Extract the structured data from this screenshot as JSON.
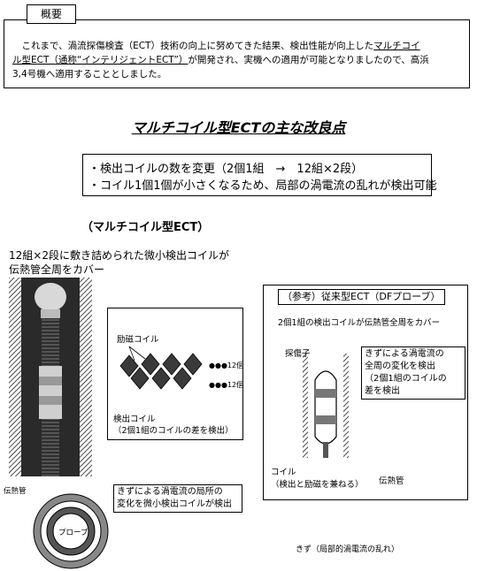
{
  "summary": {
    "tag": "概要",
    "line1_pre": "これまで、渦流探傷検査（ECT）技術の向上に努めてきた結果、検出性能が向上した",
    "line1_ul": "マルチコイ",
    "line2_ul": "ル型ECT（通称“インテリジェントECT”）",
    "line2_post": "が開発され、実機への適用が可能となりましたので、高浜",
    "line3": "3,4号機へ適用することとしました。"
  },
  "main_title": "マルチコイル型ECTの主な改良点",
  "improvements": [
    "・検出コイルの数を変更（2個1組　→　12組×2段）",
    "・コイル1個1個が小さくなるため、局部の渦電流の乱れが検出可能"
  ],
  "multi": {
    "title": "（マルチコイル型ECT）",
    "desc_line1": "12組×2段に敷き詰められた微小検出コイルが",
    "desc_line2": "伝熱管全周をカバー",
    "excitation_coil": "励磁コイル",
    "count1": "●●●12個",
    "count2": "●●●12個",
    "detect_coil_line1": "検出コイル",
    "detect_coil_line2": "（2個1組のコイルの差を検出）",
    "heat_tube": "伝熱管",
    "probe": "プローブ",
    "callout_line1": "きずによる渦電流の局所の",
    "callout_line2": "変化を微小検出コイルが検出",
    "flaw": "きず（局部的渦電流の乱れ）"
  },
  "legacy": {
    "title": "（参考）従来型ECT（DFプローブ）",
    "desc": "2個1組の検出コイルが伝熱管全周をカバー",
    "probe": "探傷子",
    "callout_lines": [
      "きずによる渦電流の",
      "全周の変化を検出",
      "（2個1組のコイルの",
      "差を検出"
    ],
    "coil_line1": "コイル",
    "coil_line2": "（検出と励磁を兼ねる）",
    "tube": "伝熱管"
  }
}
